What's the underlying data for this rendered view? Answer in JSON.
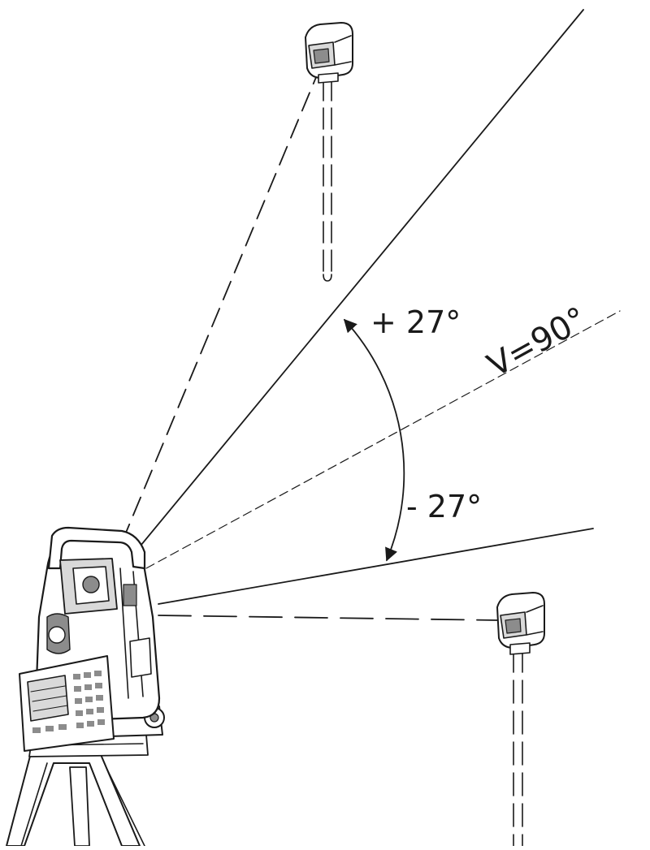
{
  "diagram": {
    "labels": {
      "upper_limit": "+ 27°",
      "lower_limit": "- 27°",
      "horizontal_reference": "V=90°"
    },
    "instrument_icon": "total-station-icon",
    "target_icon": "prism-reflector-icon",
    "colors": {
      "line": "#1a1a1a",
      "background": "#ffffff"
    }
  }
}
